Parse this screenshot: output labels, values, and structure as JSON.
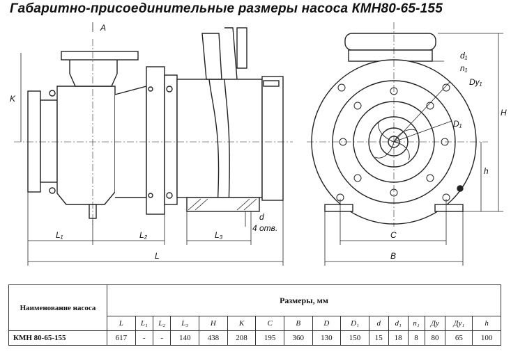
{
  "title": "Габаритно-присоединительные размеры насоса КМН80-65-155",
  "drawing": {
    "labels": {
      "A": "A",
      "K": "K",
      "L1": "L₁",
      "L2": "L₂",
      "L3": "L₃",
      "L": "L",
      "d": "d",
      "holes": "4 отв.",
      "d1": "d₁",
      "n1": "n₁",
      "Dy1": "Dy₁",
      "D1": "D₁",
      "H": "H",
      "h": "h",
      "C": "C",
      "B": "B"
    }
  },
  "table": {
    "name_header": "Наименование насоса",
    "dims_header": "Размеры, мм",
    "columns": [
      "L",
      "L₁",
      "L₂",
      "L₃",
      "H",
      "K",
      "C",
      "B",
      "D",
      "D₁",
      "d",
      "d₁",
      "n₁",
      "Ду",
      "Ду₁",
      "h"
    ],
    "rows": [
      {
        "name": "КМН 80-65-155",
        "values": [
          "617",
          "-",
          "-",
          "140",
          "438",
          "208",
          "195",
          "360",
          "130",
          "150",
          "15",
          "18",
          "8",
          "80",
          "65",
          "100"
        ]
      }
    ]
  }
}
